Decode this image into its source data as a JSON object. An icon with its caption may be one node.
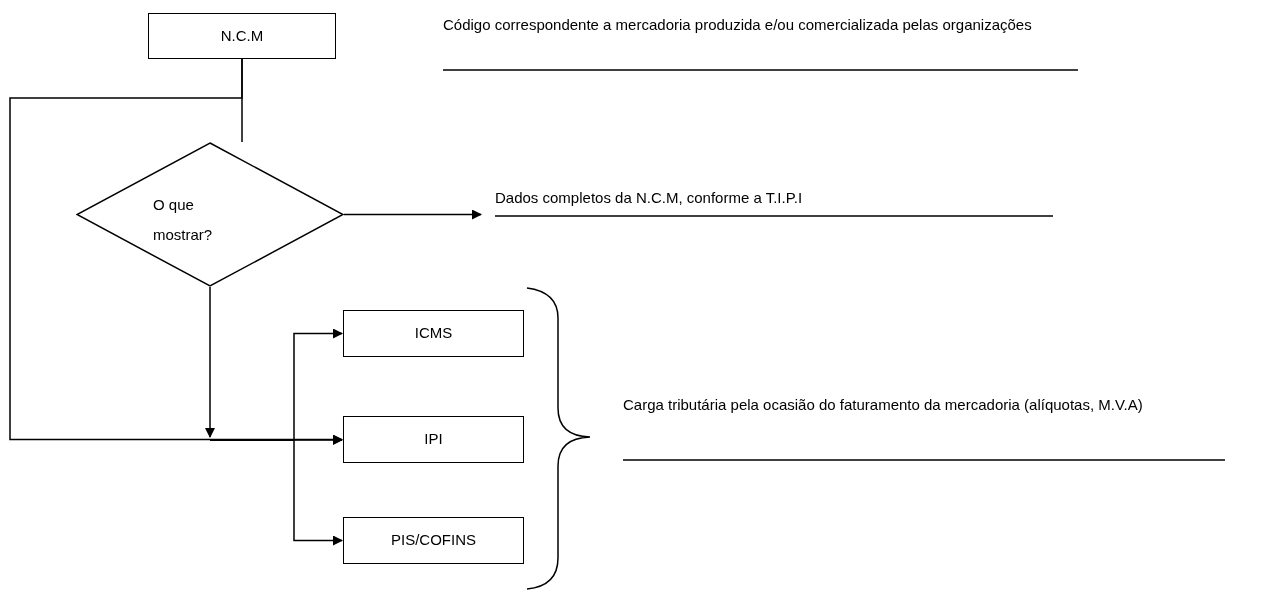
{
  "diagram": {
    "nodes": [
      {
        "text": [
          "N.C.M"
        ]
      },
      {
        "text": [
          "O que mostrar?"
        ]
      },
      {
        "text": [
          "Dados completos da N.C.M, conforme a T.I.P.I"
        ]
      },
      {
        "text": [
          "ICMS"
        ]
      },
      {
        "text": [
          "IPI"
        ]
      },
      {
        "text": [
          "PIS/COFINS"
        ]
      }
    ],
    "edges": [
      {
        "from": 0,
        "to": 1,
        "arrow": "none"
      },
      {
        "from": 0,
        "to": 4,
        "arrow": "to"
      },
      {
        "from": 1,
        "to": 2,
        "arrow": "to"
      },
      {
        "from": 1,
        "to": 3,
        "arrow": "to"
      },
      {
        "from": 1,
        "to": 4,
        "arrow": "to"
      },
      {
        "from": 1,
        "to": 5,
        "arrow": "to"
      }
    ],
    "labels": [
      "Código correspondente a mercadoria produzida e/ou comercializada pelas organizações",
      "Carga tributária pela ocasião do faturamento da mercadoria (alíquotas, M.V.A)"
    ]
  }
}
